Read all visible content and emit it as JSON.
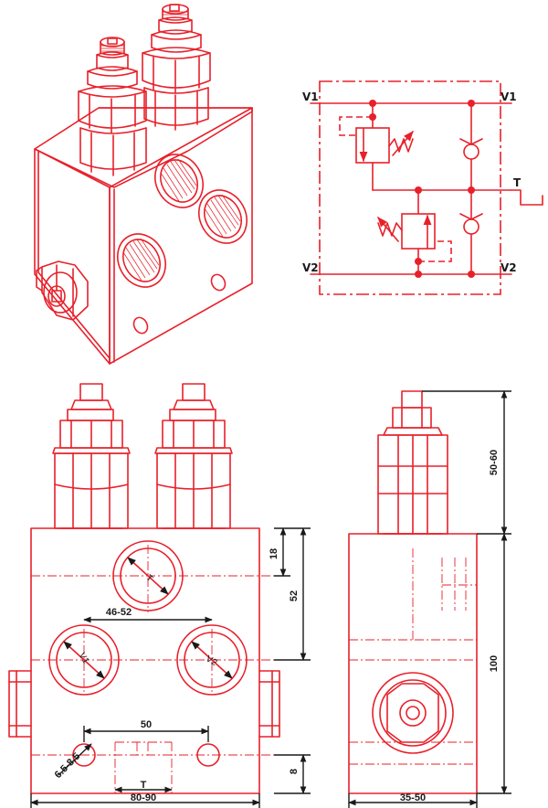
{
  "colors": {
    "line": "#e8202a",
    "text": "#1a1a1a",
    "background": "#ffffff"
  },
  "schematic": {
    "port_v1_left": "V1",
    "port_v1_right": "V1",
    "port_v2_left": "V2",
    "port_v2_right": "V2",
    "port_t": "T"
  },
  "front_view": {
    "port_t": "T",
    "port_v1": "V1",
    "port_v2": "V2",
    "port_t_bottom": "T",
    "dim_top_offset": "18",
    "dim_port_height": "52",
    "dim_port_spacing": "46-52",
    "dim_mount_spacing": "50",
    "dim_mount_hole": "6.5-8.5",
    "dim_mount_offset": "8",
    "dim_width": "80-90"
  },
  "side_view": {
    "dim_cartridge_height": "50-60",
    "dim_body_height": "100",
    "dim_depth": "35-50"
  }
}
